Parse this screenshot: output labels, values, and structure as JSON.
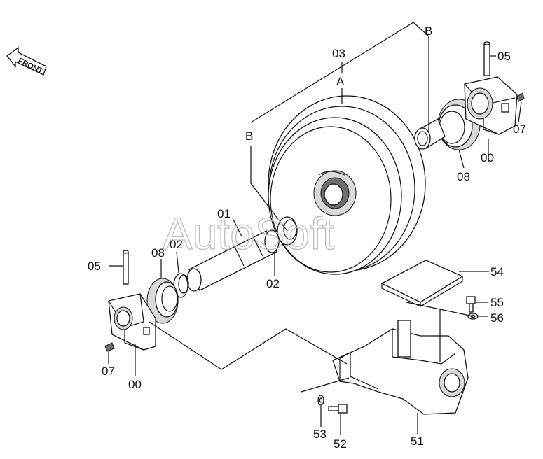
{
  "watermark": "AutoSoft",
  "front_indicator": {
    "text": "FRONT"
  },
  "labels": {
    "idler_03": "03",
    "assembly_a": "A",
    "ref_b_top": "B",
    "ref_b_left": "B",
    "pin_05_right": "05",
    "pin_05_left": "05",
    "plug_07_right": "07",
    "plug_07_left": "07",
    "bracket_00_right": "00",
    "bracket_00_left": "00",
    "seal_08_right": "08",
    "seal_08_left": "08",
    "shaft_01": "01",
    "bushing_02_left": "02",
    "bushing_02_center": "02",
    "plate_54": "54",
    "bolt_55": "55",
    "washer_56": "56",
    "washer_53": "53",
    "bolt_52": "52",
    "support_51": "51"
  }
}
